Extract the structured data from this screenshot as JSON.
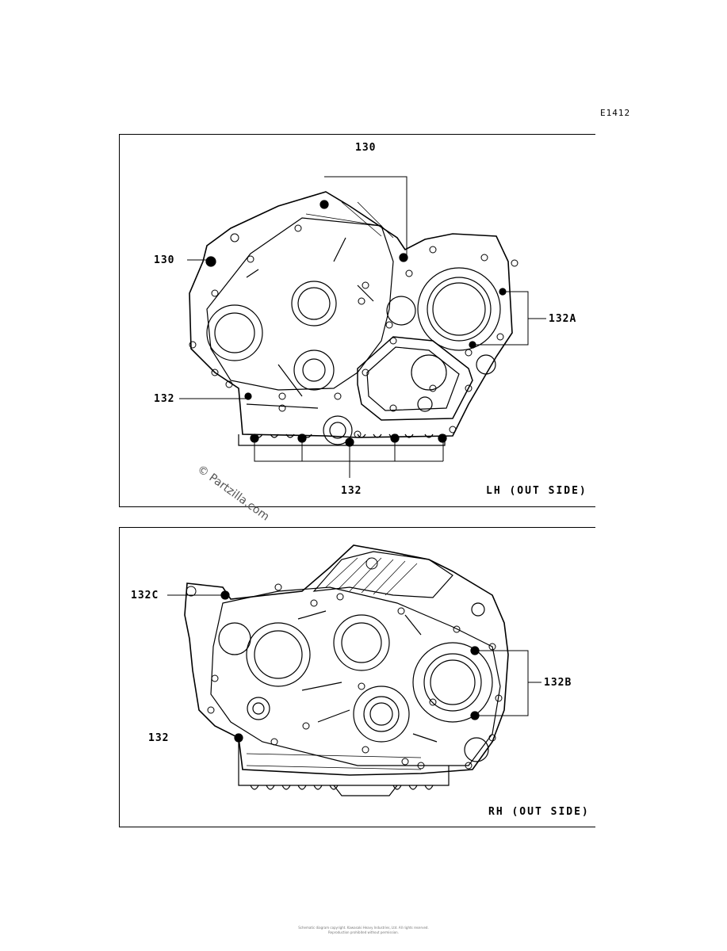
{
  "diagram_code": "E1412",
  "lh_panel": {
    "side_label": "LH (OUT SIDE)",
    "callouts": {
      "top": "130",
      "left": "130",
      "right": "132A",
      "mid_left": "132",
      "bottom": "132"
    },
    "watermark": "© Partzilla.com"
  },
  "rh_panel": {
    "side_label": "RH (OUT SIDE)",
    "callouts": {
      "top_left": "132C",
      "right": "132B",
      "left": "132"
    }
  },
  "footer": {
    "line1": "Schematic diagram copyright. Kawasaki Heavy Industries, Ltd. All rights reserved.",
    "line2": "Reproduction prohibited without permission."
  },
  "colors": {
    "ink": "#000000",
    "paper": "#ffffff"
  }
}
